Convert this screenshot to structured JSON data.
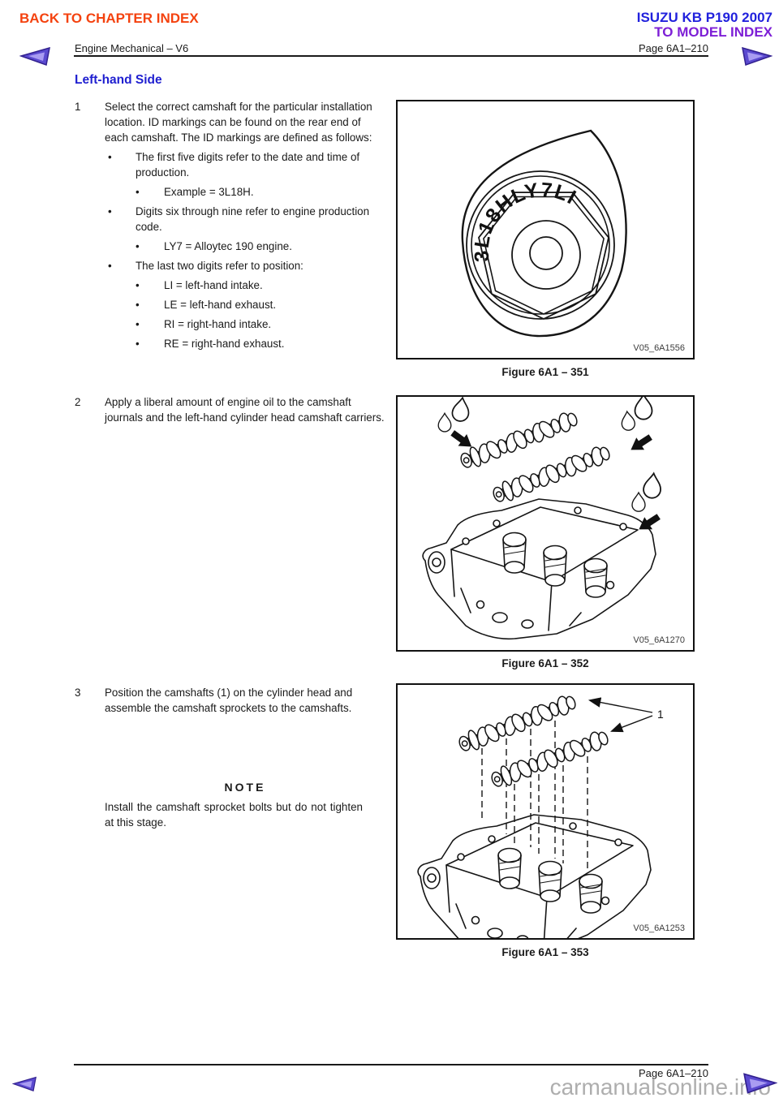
{
  "header": {
    "back_link": "BACK TO CHAPTER INDEX",
    "brand": "ISUZU KB P190 2007",
    "model_index_link": "TO MODEL INDEX",
    "section_title": "Engine Mechanical – V6",
    "page_label": "Page 6A1–210"
  },
  "content": {
    "heading": "Left-hand Side",
    "step1": {
      "num": "1",
      "text": "Select the correct camshaft for the particular installation location. ID markings can be found on the rear end of each camshaft. The ID markings are defined as follows:",
      "bullets": [
        {
          "level": 1,
          "text": "The first five digits refer to the date and time of production."
        },
        {
          "level": 2,
          "text": "Example = 3L18H."
        },
        {
          "level": 1,
          "text": "Digits six through nine refer to engine production code."
        },
        {
          "level": 2,
          "text": "LY7 = Alloytec 190 engine."
        },
        {
          "level": 1,
          "text": "The last two digits refer to position:"
        },
        {
          "level": 2,
          "text": "LI = left-hand intake."
        },
        {
          "level": 2,
          "text": "LE = left-hand exhaust."
        },
        {
          "level": 2,
          "text": "RI = right-hand intake."
        },
        {
          "level": 2,
          "text": "RE = right-hand exhaust."
        }
      ]
    },
    "step2": {
      "num": "2",
      "text": "Apply a liberal amount of engine oil to the camshaft journals and the left-hand cylinder head camshaft carriers."
    },
    "step3": {
      "num": "3",
      "text": "Position the camshafts (1) on the cylinder head and assemble the camshaft sprockets to the camshafts."
    },
    "note": {
      "title": "NOTE",
      "body": "Install the camshaft sprocket bolts but do not tighten at this stage."
    }
  },
  "figures": {
    "fig1": {
      "caption": "Figure 6A1 – 351",
      "image_id": "V05_6A1556",
      "marking": "3L18HLY7LI"
    },
    "fig2": {
      "caption": "Figure 6A1 – 352",
      "image_id": "V05_6A1270"
    },
    "fig3": {
      "caption": "Figure 6A1 – 353",
      "image_id": "V05_6A1253",
      "callout": "1"
    }
  },
  "footer": {
    "page_label": "Page 6A1–210",
    "watermark": "carmanualsonline.info"
  },
  "colors": {
    "back_link": "#f4420f",
    "brand": "#2121dd",
    "model_index": "#7d1fd6",
    "heading": "#1f1fd0",
    "watermark": "#aeaeae",
    "arrow_fill": "#5b4ad0"
  }
}
